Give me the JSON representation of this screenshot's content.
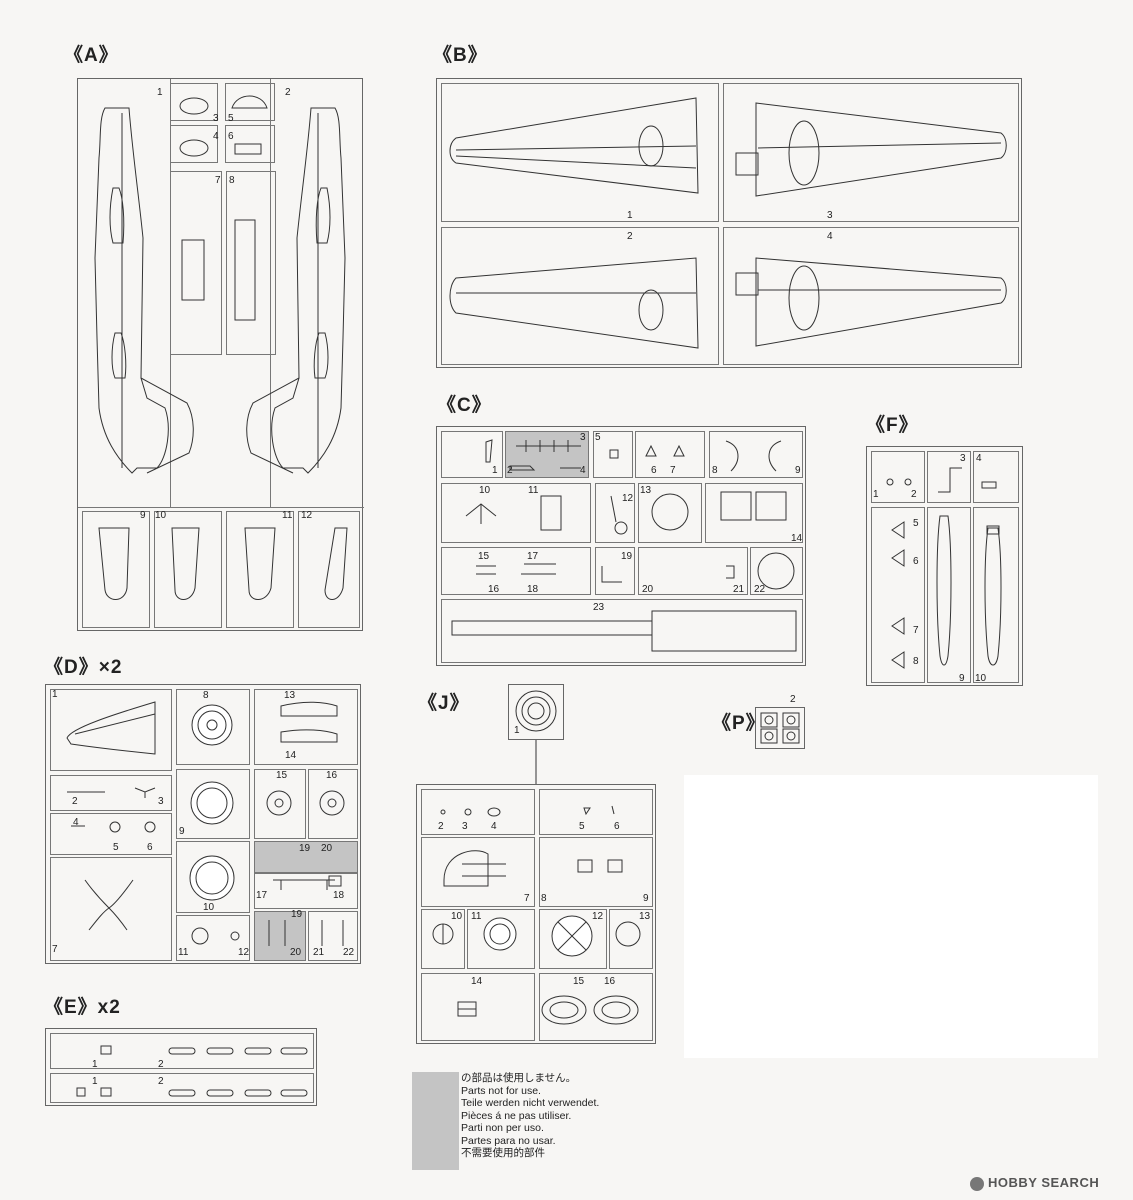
{
  "sections": {
    "A": {
      "title": "《A》"
    },
    "B": {
      "title": "《B》"
    },
    "C": {
      "title": "《C》"
    },
    "D": {
      "title": "《D》×2"
    },
    "E": {
      "title": "《E》x2"
    },
    "F": {
      "title": "《F》"
    },
    "J": {
      "title": "《J》"
    },
    "P": {
      "title": "《P》"
    }
  },
  "numbers": {
    "n1": "1",
    "n2": "2",
    "n3": "3",
    "n4": "4",
    "n5": "5",
    "n6": "6",
    "n7": "7",
    "n8": "8",
    "n9": "9",
    "n10": "10",
    "n11": "11",
    "n12": "12",
    "n13": "13",
    "n14": "14",
    "n15": "15",
    "n16": "16",
    "n17": "17",
    "n18": "18",
    "n19": "19",
    "n20": "20",
    "n21": "21",
    "n22": "22",
    "n23": "23"
  },
  "legend": {
    "lines": [
      "の部品は使用しません。",
      "Parts not for use.",
      "Teile werden nicht verwendet.",
      "Pièces á ne pas utiliser.",
      "Parti non per uso.",
      "Partes para no usar.",
      "不需要使用的部件"
    ]
  },
  "watermark": {
    "text": "HOBBY SEARCH"
  }
}
